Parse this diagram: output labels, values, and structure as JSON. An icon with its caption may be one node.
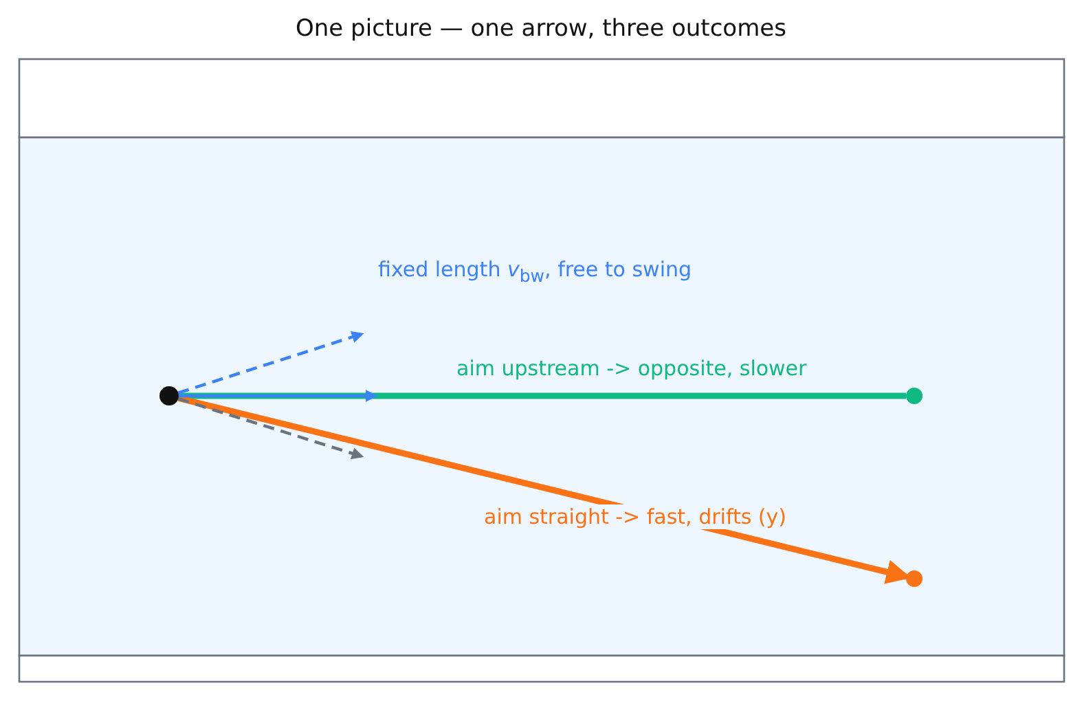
{
  "diagram": {
    "title": "One picture — one arrow, three outcomes",
    "nodes": [
      {
        "text": [],
        "shape": "circle"
      },
      {
        "text": [],
        "shape": "circle"
      },
      {
        "text": [],
        "shape": "circle"
      }
    ],
    "edges": [
      {
        "from": 0,
        "to": 1,
        "arrow": "none",
        "style": "thick",
        "color": "#10b981",
        "label": "aim upstream -> opposite, slower"
      },
      {
        "from": 0,
        "to": 2,
        "arrow": "to",
        "style": "thick",
        "color": "#f97316",
        "label": "aim straight -> fast, drifts (y)"
      },
      {
        "from": 0,
        "to": null,
        "arrow": "to",
        "style": "dashed",
        "color": "#3b82f6"
      },
      {
        "from": 0,
        "to": null,
        "arrow": "to",
        "color": "#3b82f6"
      },
      {
        "from": 0,
        "to": null,
        "arrow": "to",
        "style": "dashed",
        "color": "#6b7280"
      }
    ],
    "labels": [
      "fixed length *v*$_{bw}$, free to swing"
    ]
  }
}
